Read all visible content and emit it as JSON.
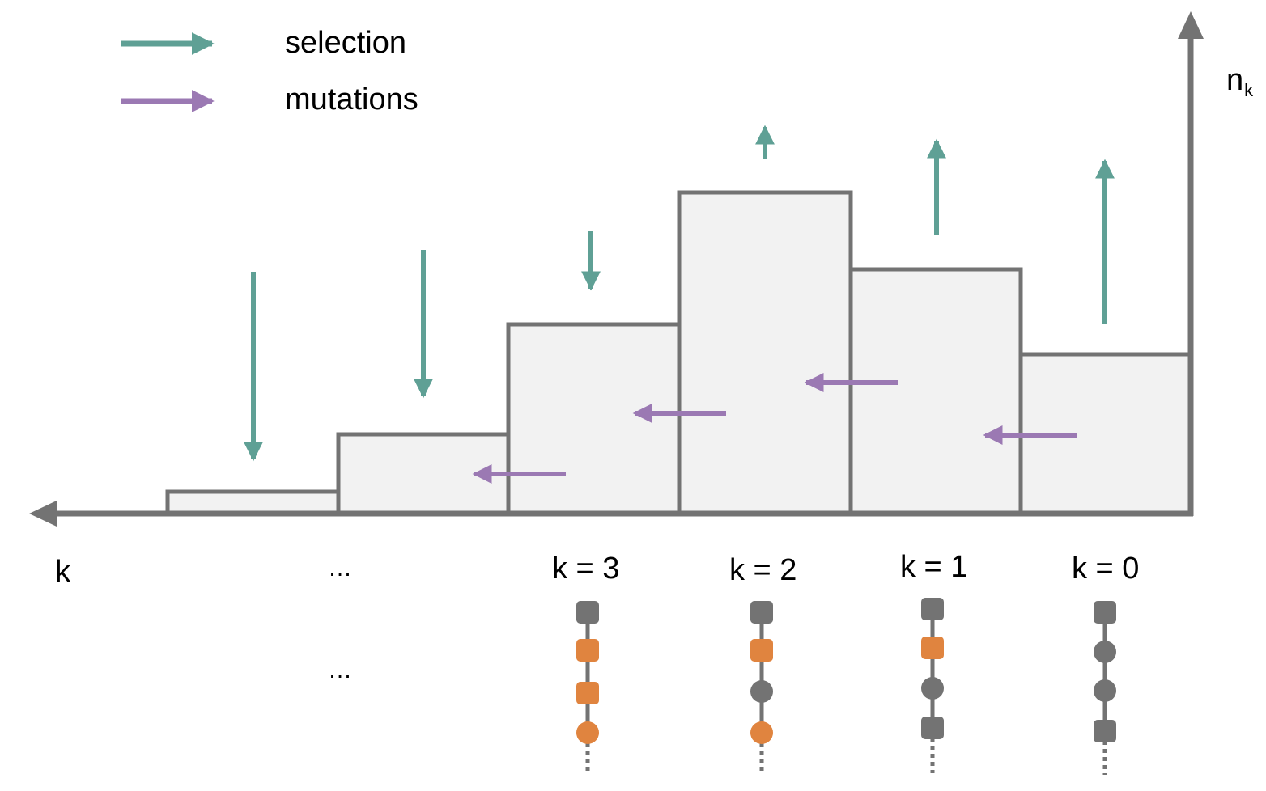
{
  "legend": {
    "selection_label": "selection",
    "mutations_label": "mutations",
    "selection_color": "#5fa095",
    "mutations_color": "#9b79b3"
  },
  "axes": {
    "y_label_main": "n",
    "y_label_sub": "k",
    "x_label": "k",
    "axis_color": "#737373"
  },
  "bins": [
    {
      "label": "",
      "relative_height": 0.07
    },
    {
      "label": "…",
      "relative_height": 0.25
    },
    {
      "label": "k = 3",
      "relative_height": 0.59
    },
    {
      "label": "k = 2",
      "relative_height": 1.0
    },
    {
      "label": "k = 1",
      "relative_height": 0.76
    },
    {
      "label": "k = 0",
      "relative_height": 0.5
    }
  ],
  "bin_fill": "#f2f2f2",
  "lower_ellipsis": "…",
  "chains": [
    {
      "bin": "k = 3",
      "nodes": [
        "gray-square",
        "orange-square",
        "orange-square",
        "orange-circle"
      ]
    },
    {
      "bin": "k = 2",
      "nodes": [
        "gray-square",
        "orange-square",
        "gray-circle",
        "orange-circle"
      ]
    },
    {
      "bin": "k = 1",
      "nodes": [
        "gray-square",
        "orange-square",
        "gray-circle",
        "gray-square"
      ]
    },
    {
      "bin": "k = 0",
      "nodes": [
        "gray-square",
        "gray-circle",
        "gray-circle",
        "gray-square"
      ]
    }
  ],
  "node_colors": {
    "gray": "#737373",
    "orange": "#e0843f"
  }
}
